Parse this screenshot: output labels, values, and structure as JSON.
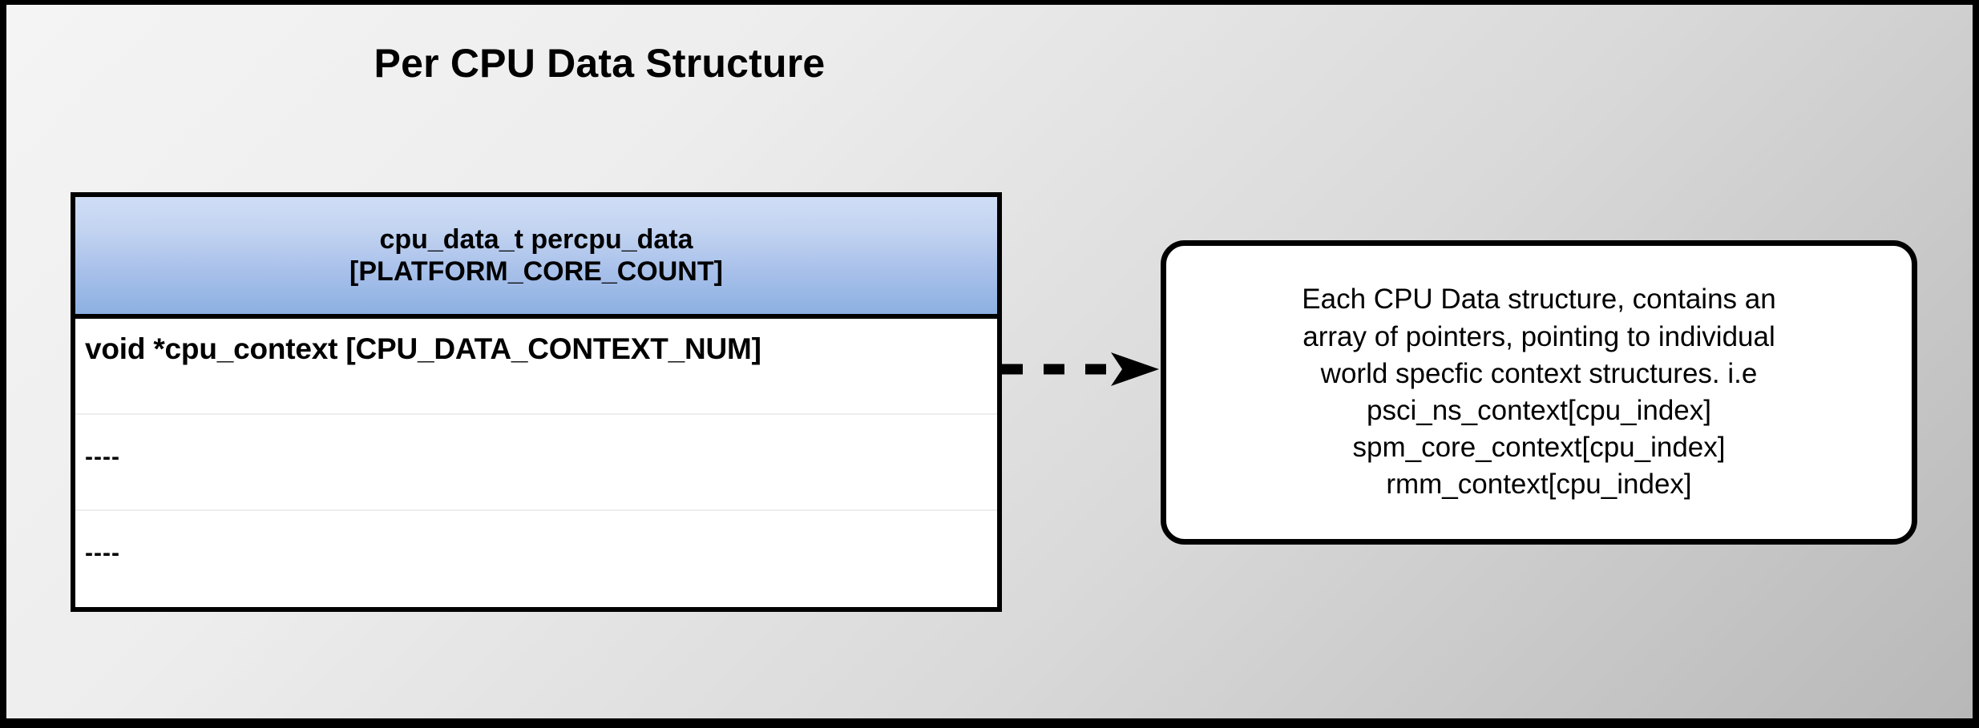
{
  "page": {
    "title": "Per CPU Data Structure",
    "frame_color": "#000000",
    "background_gradient_from": "#f4f4f4",
    "background_gradient_to": "#b8b8b8"
  },
  "struct_table": {
    "header": {
      "line1": "cpu_data_t percpu_data",
      "line2": "[PLATFORM_CORE_COUNT]",
      "gradient_from": "#cfddf6",
      "gradient_to": "#8cb0e2"
    },
    "rows": [
      {
        "label": "void *cpu_context [CPU_DATA_CONTEXT_NUM]"
      },
      {
        "label": "----"
      },
      {
        "label": "----"
      }
    ]
  },
  "connector": {
    "style": "dashed-arrow",
    "direction": "right",
    "color": "#000000"
  },
  "callout": {
    "text": "Each CPU Data structure, contains an\narray of pointers, pointing to individual\nworld specfic context structures. i.e\npsci_ns_context[cpu_index]\nspm_core_context[cpu_index]\nrmm_context[cpu_index]"
  }
}
